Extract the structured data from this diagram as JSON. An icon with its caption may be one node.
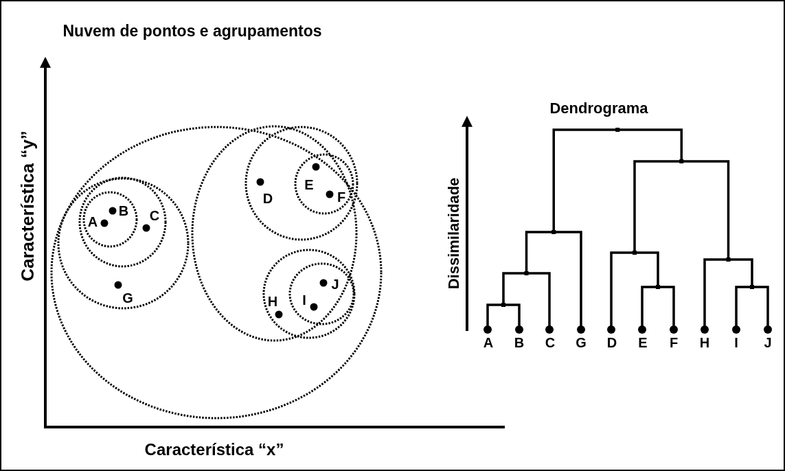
{
  "diagram": {
    "nodes": [
      {
        "text": [],
        "shape": "circle"
      },
      {
        "text": [],
        "shape": "circle",
        "in": 0
      },
      {
        "text": [],
        "shape": "circle",
        "in": 1
      },
      {
        "text": [],
        "shape": "circle",
        "in": 2
      },
      {
        "text": [],
        "shape": "circle",
        "in": 0
      },
      {
        "text": [],
        "shape": "circle",
        "in": 4
      },
      {
        "text": [],
        "shape": "circle",
        "in": 5
      },
      {
        "text": [],
        "shape": "circle",
        "in": 4
      },
      {
        "text": [],
        "shape": "circle",
        "in": 7
      }
    ],
    "labels": [
      "Nuvem de pontos e agrupamentos",
      "Dendrograma",
      "Característica “y”",
      "Dissimilaridade",
      "A",
      "B",
      "C",
      "D",
      "E",
      "F",
      "G",
      "H",
      "I",
      "J",
      "Característica “x”",
      "A",
      "B",
      "C",
      "G",
      "D",
      "E",
      "F",
      "H",
      "I",
      "J"
    ]
  }
}
